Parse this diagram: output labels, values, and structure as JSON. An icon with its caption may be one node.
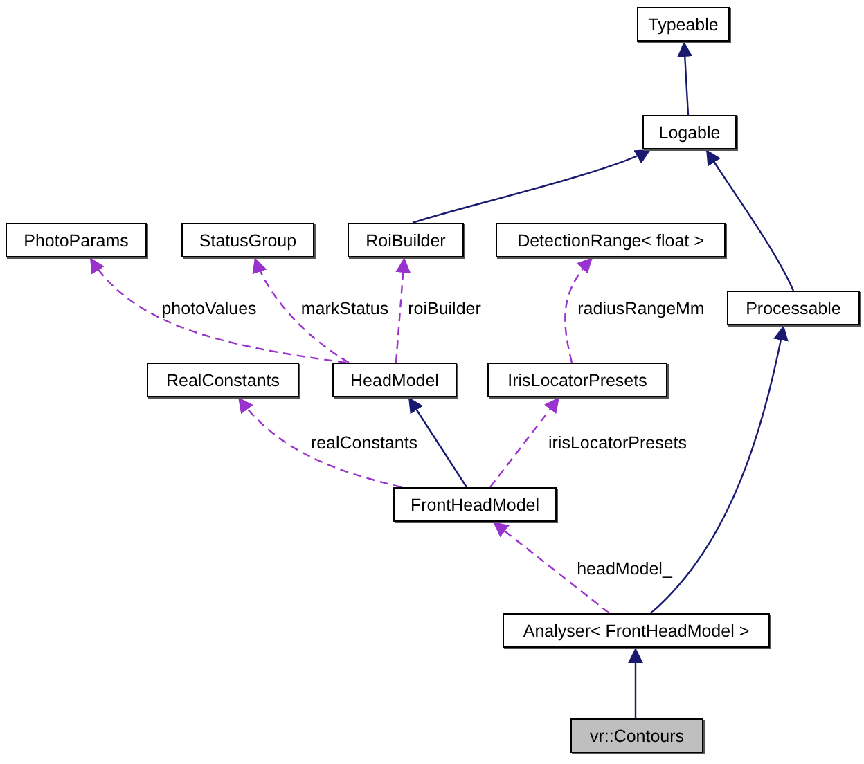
{
  "diagram": {
    "nodes": [
      {
        "text": [
          "Typeable"
        ]
      },
      {
        "text": [
          "Logable"
        ]
      },
      {
        "text": [
          "PhotoParams"
        ]
      },
      {
        "text": [
          "StatusGroup"
        ]
      },
      {
        "text": [
          "RoiBuilder"
        ]
      },
      {
        "text": [
          "DetectionRange< float >"
        ]
      },
      {
        "text": [
          "Processable"
        ]
      },
      {
        "text": [
          "RealConstants"
        ]
      },
      {
        "text": [
          "HeadModel"
        ]
      },
      {
        "text": [
          "IrisLocatorPresets"
        ]
      },
      {
        "text": [
          "FrontHeadModel"
        ]
      },
      {
        "text": [
          "Analyser< FrontHeadModel >"
        ]
      },
      {
        "text": [
          "vr::Contours"
        ]
      }
    ],
    "edges": [
      {
        "from": 1,
        "to": 0,
        "arrow": "to",
        "color": "#191970"
      },
      {
        "from": 4,
        "to": 1,
        "arrow": "to",
        "color": "#191970"
      },
      {
        "from": 6,
        "to": 1,
        "arrow": "to",
        "color": "#191970"
      },
      {
        "from": 8,
        "to": 2,
        "arrow": "to",
        "label": "photoValues",
        "style": "dashed"
      },
      {
        "from": 8,
        "to": 3,
        "arrow": "to",
        "label": "markStatus",
        "style": "dashed"
      },
      {
        "from": 8,
        "to": 4,
        "arrow": "to",
        "label": "roiBuilder",
        "style": "dashed"
      },
      {
        "from": 9,
        "to": 5,
        "arrow": "to",
        "label": "radiusRangeMm",
        "style": "dashed"
      },
      {
        "from": 10,
        "to": 7,
        "arrow": "to",
        "label": "realConstants",
        "style": "dashed"
      },
      {
        "from": 10,
        "to": 8,
        "arrow": "to",
        "color": "#191970"
      },
      {
        "from": 10,
        "to": 9,
        "arrow": "to",
        "label": "irisLocatorPresets",
        "style": "dashed"
      },
      {
        "from": 11,
        "to": 10,
        "arrow": "to",
        "label": "headModel_",
        "style": "dashed"
      },
      {
        "from": 11,
        "to": 6,
        "arrow": "to",
        "color": "#191970"
      },
      {
        "from": 12,
        "to": 11,
        "arrow": "to",
        "color": "#191970"
      }
    ]
  }
}
